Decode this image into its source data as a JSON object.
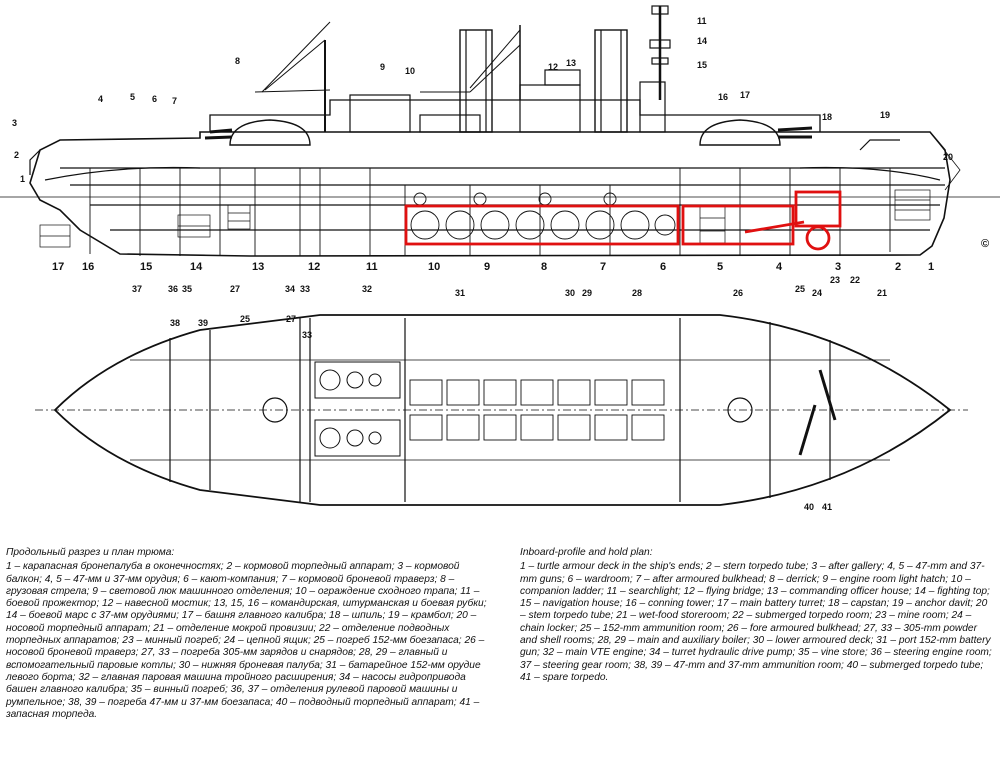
{
  "profile_labels": [
    "1",
    "2",
    "3",
    "4",
    "5",
    "6",
    "7",
    "8",
    "9",
    "10",
    "11",
    "12",
    "13",
    "14",
    "15",
    "16",
    "17",
    "18",
    "19",
    "20",
    "21",
    "22",
    "23",
    "24",
    "25",
    "26",
    "27",
    "28",
    "29",
    "30",
    "31",
    "32",
    "33",
    "34",
    "35",
    "36",
    "37"
  ],
  "section_numbers": [
    "17",
    "16",
    "15",
    "14",
    "13",
    "12",
    "11",
    "10",
    "9",
    "8",
    "7",
    "6",
    "5",
    "4",
    "3",
    "2",
    "1"
  ],
  "plan_labels": [
    "25",
    "27",
    "33",
    "38",
    "39",
    "40",
    "41"
  ],
  "copyright": "©",
  "caption_ru": {
    "heading": "Продольный разрез и план трюма:",
    "text": "1 – карапасная бронепалуба в оконечностях; 2 – кормовой торпедный аппарат; 3 – кормовой балкон; 4, 5 – 47-мм и 37-мм орудия; 6 – кают-компания; 7 – кормовой броневой траверз; 8 – грузовая стрела; 9 – световой люк машинного отделения; 10 – ограждение сходного трапа; 11 – боевой прожектор; 12 – навесной мостик; 13, 15, 16 – командирская, штурманская и боевая рубки; 14 – боевой марс с 37-мм орудиями; 17 – башня главного калибра; 18 – шпиль; 19 – крамбол; 20 – носовой торпедный аппарат; 21 – отделение мокрой провизии; 22 – отделение подводных торпедных аппаратов; 23 – минный погреб; 24 – цепной ящик; 25 – погреб 152-мм боезапаса; 26 – носовой броневой траверз; 27, 33 – погреба 305-мм зарядов и снарядов; 28, 29 – главный и вспомогательный паровые котлы; 30 – нижняя броневая палуба; 31 – батарейное 152-мм орудие левого борта; 32 – главная паровая машина тройного расширения; 34 – насосы гидропривода башен главного калибра; 35 – винный погреб; 36, 37 – отделения рулевой паровой машины и румпельное; 38, 39 – погреба 47-мм и 37-мм боезапаса; 40 – подводный торпедный аппарат; 41 – запасная торпеда."
  },
  "caption_en": {
    "heading": "Inboard-profile and hold plan:",
    "text": "1 – turtle armour deck in the ship's ends; 2 – stern torpedo tube; 3 – after gallery; 4, 5 – 47-mm and 37-mm guns; 6 – wardroom; 7 – after armoured bulkhead; 8 – derrick; 9 – engine room light hatch; 10 – companion ladder; 11 – searchlight; 12 – flying bridge; 13 – commanding officer house; 14 – fighting top; 15 – navigation house; 16 – conning tower; 17 – main battery turret; 18 – capstan; 19 – anchor davit; 20 – stem torpedo tube; 21 – wet-food storeroom; 22 – submerged torpedo room; 23 – mine room; 24 – chain locker; 25 – 152-mm ammunition room; 26 – fore armoured bulkhead; 27, 33 – 305-mm powder and shell rooms; 28, 29 – main and auxiliary boiler; 30 – lower armoured deck; 31 – port 152-mm battery gun; 32 – main VTE engine; 34 – turret hydraulic drive pump; 35 – vine store; 36 – steering engine room; 37 – steering gear room; 38, 39 – 47-mm and 37-mm ammunition room; 40 – submerged torpedo tube; 41 – spare torpedo."
  },
  "colors": {
    "ink": "#111111",
    "highlight": "#e01010",
    "paper": "#ffffff"
  }
}
